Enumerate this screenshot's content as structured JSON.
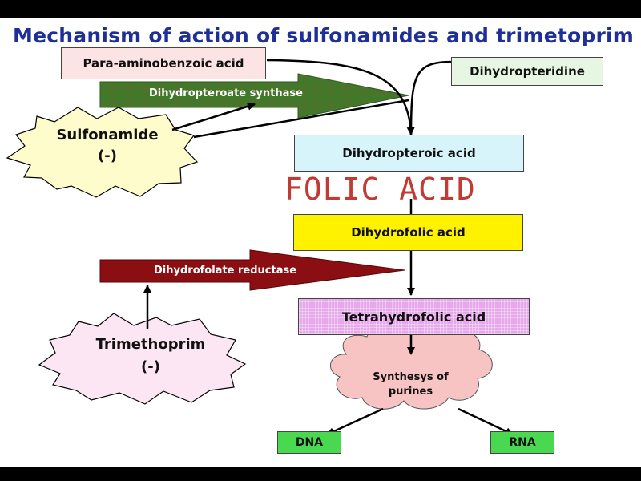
{
  "title": "Mechanism of action of sulfonamides and trimetoprim",
  "nodes": {
    "paba": "Para-aminobenzoic acid",
    "dihydropteridine": "Dihydropteridine",
    "dihydropteroic_acid": "Dihydropteroic acid",
    "folic_acid": "FOLIC ACID",
    "dihydrofolic_acid": "Dihydrofolic acid",
    "tetrahydrofolic_acid": "Tetrahydrofolic acid",
    "purines": "Synthesys of purines",
    "dna": "DNA",
    "rna": "RNA"
  },
  "enzymes": {
    "dihydropteroate_synthase": "Dihydropteroate synthase",
    "dihydrofolate_reductase": "Dihydrofolate reductase"
  },
  "inhibitors": {
    "sulfonamide": {
      "name": "Sulfonamide",
      "effect": "(-)"
    },
    "trimethoprim": {
      "name": "Trimethoprim",
      "effect": "(-)"
    }
  },
  "colors": {
    "title": "#1f2f9a",
    "paba_fill": "#fde4e4",
    "dihydropteridine_fill": "#e6f6e2",
    "dihydropteroic_fill": "#d7f4fa",
    "folic_text": "#c23a34",
    "dihydrofolic_fill": "#fff200",
    "tetrahydrofolic_fill": "#e6a8ea",
    "purines_fill": "#f7c3c3",
    "nucleic_fill": "#4ad850",
    "synthase_arrow": "#3f7a2b",
    "reductase_arrow": "#8b0f12",
    "burst_sulfonamide": "#fffccc",
    "burst_trimethoprim": "#fde6f3"
  }
}
